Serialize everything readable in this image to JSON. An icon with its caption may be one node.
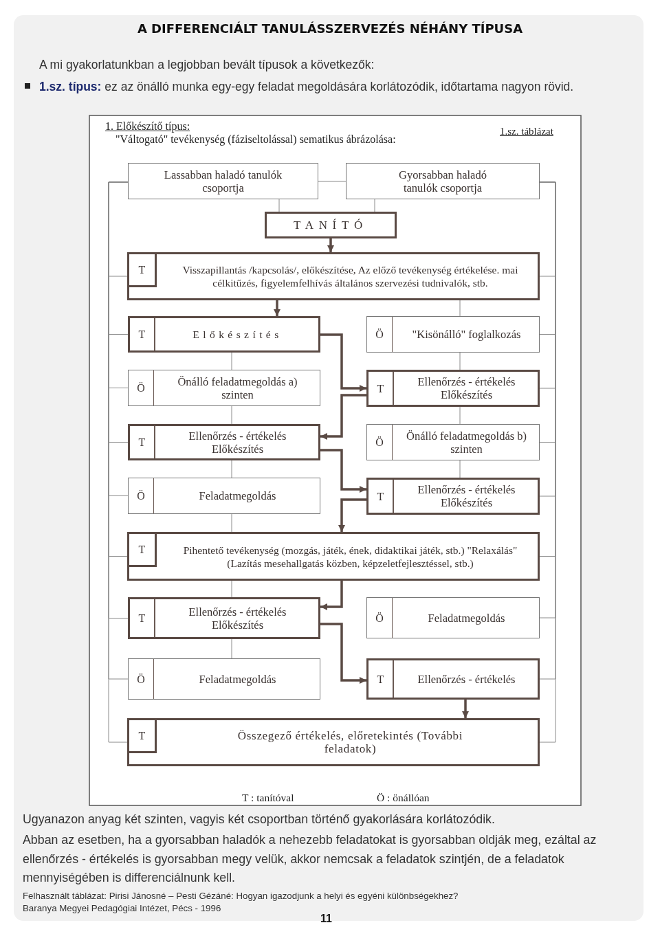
{
  "diagram": {
    "title": "A DIFFERENCIÁLT TANULÁSSZERVEZÉS NÉHÁNY TÍPUSA",
    "nodes": [
      {
        "text": [
          "Lassabban haladó tanulók csoportja"
        ]
      },
      {
        "text": [
          "Gyorsabban haladó tanulók csoportja"
        ]
      },
      {
        "text": [
          "TANÍTÓ"
        ]
      },
      {
        "text": [
          "T",
          "Visszapillantás /kapcsolás/, előkészítése, Az előző tevékenység értékelése. mai célkitűzés, figyelemfelhívás általános szervezési tudnivalók, stb."
        ]
      },
      {
        "text": [
          "T",
          "Előkészítés"
        ]
      },
      {
        "text": [
          "Ö",
          "\"Kisönálló\" foglalkozás"
        ]
      },
      {
        "text": [
          "Ö",
          "Önálló feladatmegoldás a) szinten"
        ]
      },
      {
        "text": [
          "T",
          "Ellenőrzés - értékelés Előkészítés"
        ]
      },
      {
        "text": [
          "T",
          "Ellenőrzés - értékelés Előkészítés"
        ]
      },
      {
        "text": [
          "Ö",
          "Önálló feladatmegoldás b) szinten"
        ]
      },
      {
        "text": [
          "Ö",
          "Feladatmegoldás"
        ]
      },
      {
        "text": [
          "T",
          "Ellenőrzés - értékelés Előkészítés"
        ]
      },
      {
        "text": [
          "T",
          "Pihentető tevékenység (mozgás, játék, ének, didaktikai játék, stb.) \"Relaxálás\" (Lazítás mesehallgatás közben, képzeletfejlesztéssel, stb.)"
        ]
      },
      {
        "text": [
          "T",
          "Ellenőrzés - értékelés Előkészítés"
        ]
      },
      {
        "text": [
          "Ö",
          "Feladatmegoldás"
        ]
      },
      {
        "text": [
          "Ö",
          "Feladatmegoldás"
        ]
      },
      {
        "text": [
          "T",
          "Ellenőrzés - értékelés"
        ]
      },
      {
        "text": [
          "T",
          "Összegező értékelés, előretekintés (További feladatok)"
        ]
      }
    ],
    "edges": [
      {
        "from": 2,
        "to": 3,
        "arrow": "to",
        "style": "thick"
      },
      {
        "from": 3,
        "to": 4,
        "arrow": "to",
        "style": "thick"
      },
      {
        "from": 4,
        "to": 7,
        "arrow": "to",
        "style": "thick"
      },
      {
        "from": 7,
        "to": 8,
        "arrow": "to",
        "style": "thick"
      },
      {
        "from": 8,
        "to": 11,
        "arrow": "to",
        "style": "thick"
      },
      {
        "from": 11,
        "to": 12,
        "arrow": "to",
        "style": "thick"
      },
      {
        "from": 12,
        "to": 13,
        "arrow": "to",
        "style": "thick"
      },
      {
        "from": 13,
        "to": 16,
        "arrow": "to",
        "style": "thick"
      },
      {
        "from": 16,
        "to": 17,
        "arrow": "to",
        "style": "thick"
      },
      {
        "from": 0,
        "to": 1,
        "arrow": "none"
      },
      {
        "from": 0,
        "to": 2,
        "arrow": "none"
      },
      {
        "from": 1,
        "to": 2,
        "arrow": "none"
      },
      {
        "from": 4,
        "to": 6,
        "arrow": "none"
      },
      {
        "from": 6,
        "to": 8,
        "arrow": "none"
      },
      {
        "from": 8,
        "to": 10,
        "arrow": "none"
      },
      {
        "from": 10,
        "to": 12,
        "arrow": "none"
      },
      {
        "from": 12,
        "to": 13,
        "arrow": "none"
      },
      {
        "from": 13,
        "to": 15,
        "arrow": "none"
      },
      {
        "from": 3,
        "to": 5,
        "arrow": "none"
      },
      {
        "from": 5,
        "to": 7,
        "arrow": "none"
      },
      {
        "from": 7,
        "to": 9,
        "arrow": "none"
      },
      {
        "from": 9,
        "to": 11,
        "arrow": "none"
      },
      {
        "from": 0,
        "to": 3,
        "arrow": "none"
      },
      {
        "from": 0,
        "to": 4,
        "arrow": "none"
      },
      {
        "from": 0,
        "to": 6,
        "arrow": "none"
      },
      {
        "from": 0,
        "to": 8,
        "arrow": "none"
      },
      {
        "from": 0,
        "to": 10,
        "arrow": "none"
      },
      {
        "from": 0,
        "to": 12,
        "arrow": "none"
      },
      {
        "from": 0,
        "to": 13,
        "arrow": "none"
      },
      {
        "from": 0,
        "to": 15,
        "arrow": "none"
      },
      {
        "from": 0,
        "to": 17,
        "arrow": "none"
      },
      {
        "from": 1,
        "to": 3,
        "arrow": "none"
      },
      {
        "from": 1,
        "to": 5,
        "arrow": "none"
      },
      {
        "from": 1,
        "to": 7,
        "arrow": "none"
      },
      {
        "from": 1,
        "to": 9,
        "arrow": "none"
      },
      {
        "from": 1,
        "to": 11,
        "arrow": "none"
      },
      {
        "from": 1,
        "to": 12,
        "arrow": "none"
      },
      {
        "from": 1,
        "to": 14,
        "arrow": "none"
      },
      {
        "from": 1,
        "to": 16,
        "arrow": "none"
      },
      {
        "from": 1,
        "to": 17,
        "arrow": "none"
      }
    ],
    "labels": [
      "A mi gyakorlatunkban a legjobban bevált típusok a következők:",
      "**1.sz. típus:** ez az önálló munka egy-egy feladat megoldására korlátozódik, időtartama nagyon rövid.",
      "1. Előkészítő típus:",
      "\"Váltogató\" tevékenység (fáziseltolással) sematikus ábrázolása:",
      "1.sz. táblázat",
      "T : tanítóval",
      "Ö : önállóan",
      "Ugyanazon anyag két szinten, vagyis két csoportban történő gyakorlására korlátozódik.",
      "Abban az esetben, ha a gyorsabban haladók a nehezebb feladatokat is gyorsabban oldják meg, ezáltal az ellenőrzés - értékelés is gyorsabban megy velük, akkor nemcsak a feladatok szintjén, de a feladatok mennyiségében is differenciálnunk kell.",
      "Felhasznált táblázat: Pirisi Jánosné – Pesti Gézáné: Hogyan igazodjunk a helyi és egyéni különbségekhez?",
      "Baranya Megyei Pedagógiai Intézet, Pécs - 1996",
      "11"
    ]
  }
}
